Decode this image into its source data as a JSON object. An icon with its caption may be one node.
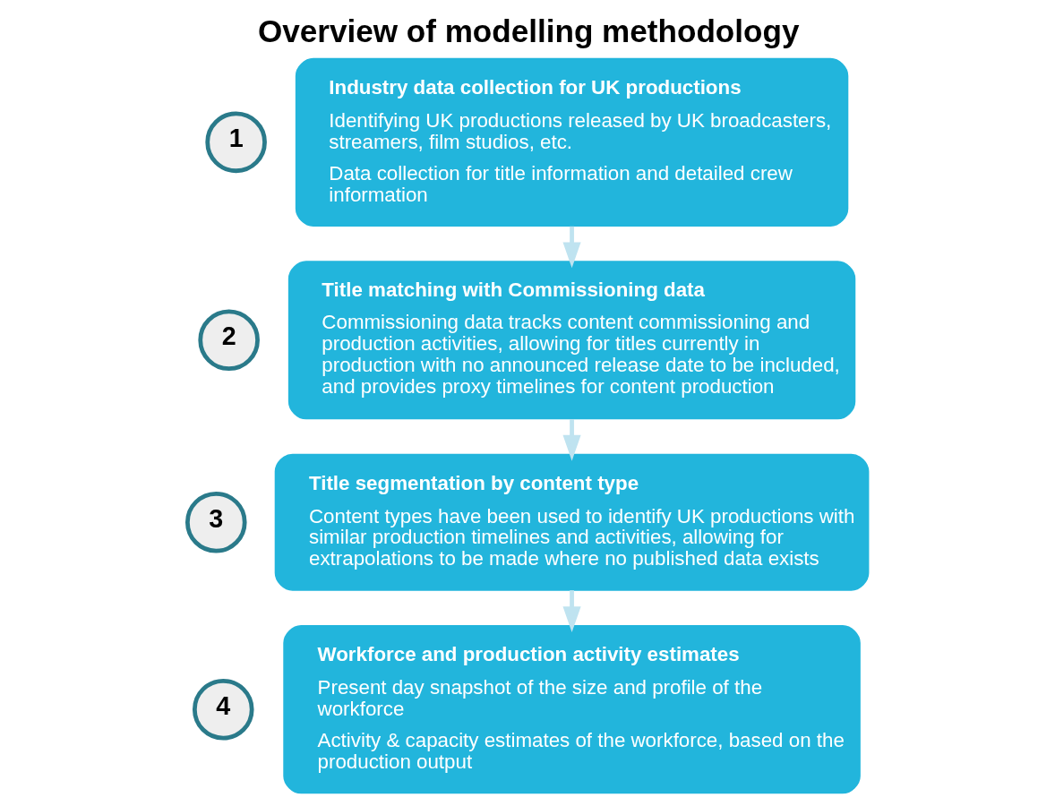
{
  "diagram": {
    "title": "Overview of modelling methodology",
    "nodes": [
      {
        "text": [
          "1"
        ]
      },
      {
        "text": [
          "Industry data collection for UK productions",
          "Identifying UK productions released by UK broadcasters, streamers, film studios, etc.",
          "Data collection for title information and detailed crew information"
        ]
      },
      {
        "text": [
          "2"
        ]
      },
      {
        "text": [
          "Title matching with Commissioning data",
          "Commissioning data tracks content commissioning and production activities, allowing for titles currently in production with no announced release date to be included, and provides proxy timelines for content production"
        ]
      },
      {
        "text": [
          "3"
        ]
      },
      {
        "text": [
          "Title segmentation by content type",
          "Content types have been used to identify UK productions with similar production timelines and activities, allowing for extrapolations to be made where no published data exists"
        ]
      },
      {
        "text": [
          "4"
        ]
      },
      {
        "text": [
          "Workforce and production activity estimates",
          "Present day snapshot of the size and profile of the workforce",
          "Activity & capacity estimates of the workforce, based on the production output"
        ]
      }
    ],
    "edges": [
      {
        "from": 1,
        "to": 3,
        "arrow": "to",
        "color": "#bfe3f0"
      },
      {
        "from": 3,
        "to": 5,
        "arrow": "to",
        "color": "#bfe3f0"
      },
      {
        "from": 5,
        "to": 7,
        "arrow": "to",
        "color": "#bfe3f0"
      }
    ]
  }
}
